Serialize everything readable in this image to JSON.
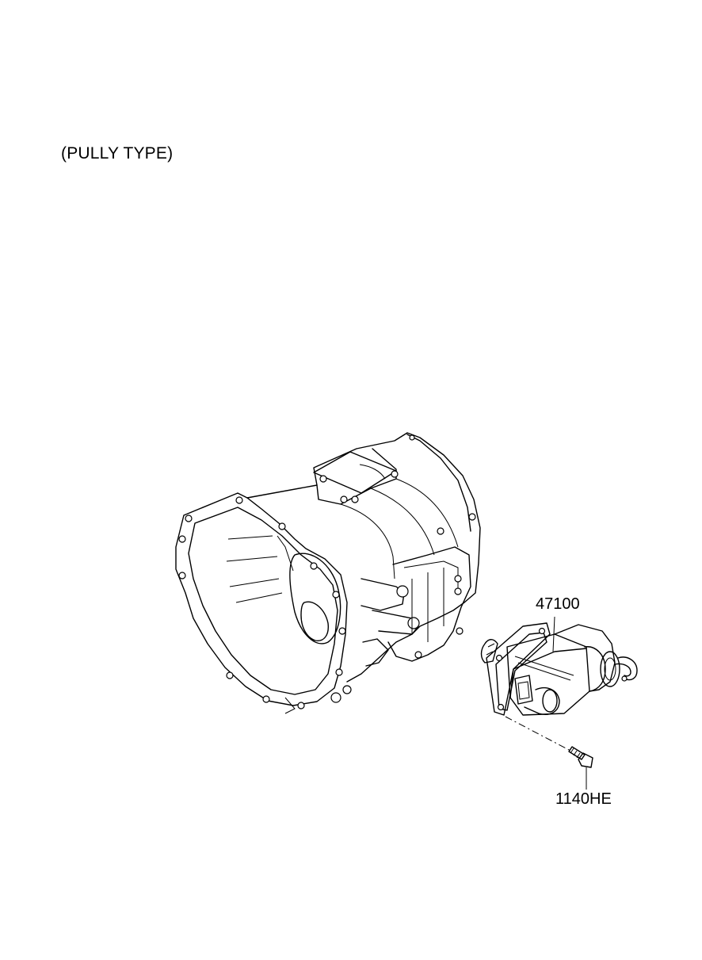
{
  "diagram": {
    "caption": "(PULLY TYPE)",
    "parts": [
      {
        "number": "47100"
      },
      {
        "number": "1140HE"
      }
    ]
  }
}
